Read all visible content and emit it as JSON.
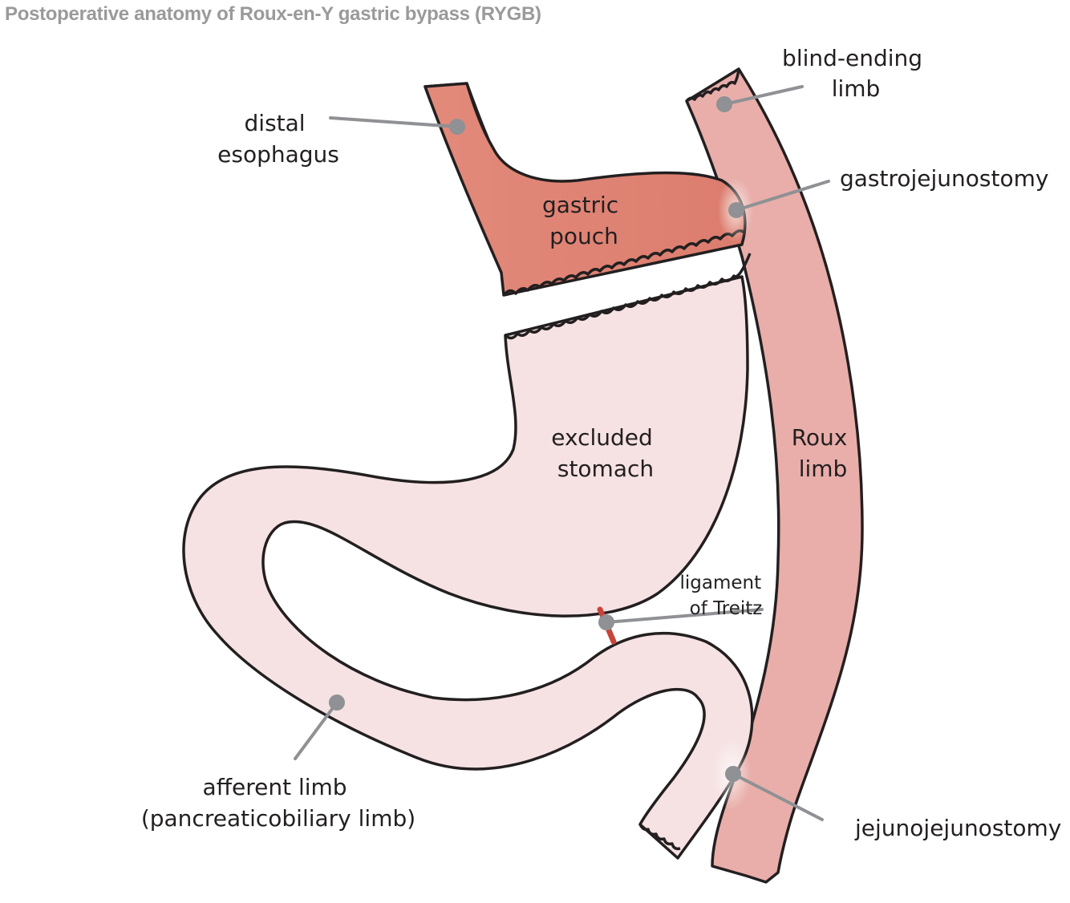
{
  "title": "Postoperative anatomy of Roux-en-Y gastric bypass (RYGB)",
  "labels": {
    "distal_esophagus": [
      "distal",
      "esophagus"
    ],
    "gastric_pouch": [
      "gastric",
      "pouch"
    ],
    "blind_ending_limb": [
      "blind-ending",
      "limb"
    ],
    "gastrojejunostomy": "gastrojejunostomy",
    "excluded_stomach": [
      "excluded",
      "stomach"
    ],
    "roux_limb": [
      "Roux",
      "limb"
    ],
    "ligament_of_treitz": [
      "ligament",
      "of Treitz"
    ],
    "afferent_limb": [
      "afferent limb",
      "(pancreaticobiliary limb)"
    ],
    "jejunojejunostomy": "jejunojejunostomy"
  },
  "colors": {
    "pouch": "#e08676",
    "esophagus": "#d9534f",
    "roux_limb": "#e9aeaa",
    "excluded": "#f6e2e3",
    "ligament": "#c8433a",
    "leader": "#8f9194",
    "outline": "#231f20",
    "title": "#9a9a9a"
  }
}
